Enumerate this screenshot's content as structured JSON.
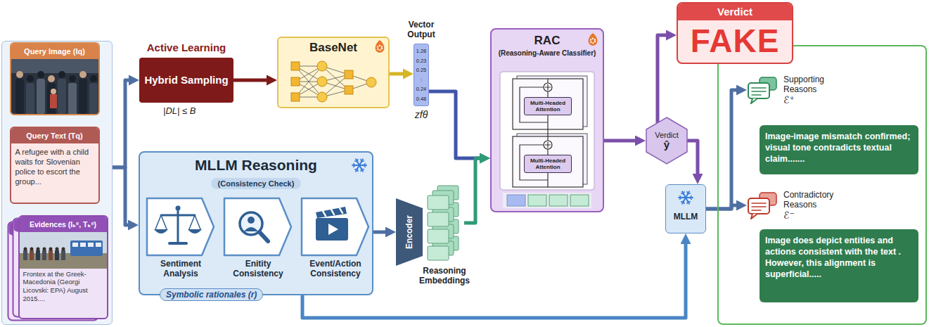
{
  "diagram": {
    "nodes": [
      {
        "text": []
      },
      {
        "text": [
          "Query Image (Iq)"
        ],
        "in": 0
      },
      {
        "text": [
          "Query Text (Tq)",
          "A refugee with a child waits for Slovenian police to escort the group..."
        ],
        "in": 0
      },
      {
        "text": [
          "Evidences (Iₖᵉ, Tₖᵉ)",
          "Frontex at the Greek-Macedonia (Georgi Licovski: EPA) August 2015...."
        ],
        "in": 0
      },
      {
        "text": [
          "Active Learning",
          "Hybrid Sampling"
        ]
      },
      {
        "text": [
          "BaseNet"
        ]
      },
      {
        "text": [
          "Vector Output",
          "1.28",
          "0.23",
          "0.25",
          ":",
          "0.24",
          "0.48",
          "zfθ"
        ]
      },
      {
        "text": [
          "MLLM Reasoning",
          "(Consistency Check)",
          "Symbolic rationales (r)"
        ]
      },
      {
        "text": [
          "Sentiment Analysis"
        ],
        "in": 7
      },
      {
        "text": [
          "Enitity Consistency"
        ],
        "in": 7
      },
      {
        "text": [
          "Event/Action Consistency"
        ],
        "in": 7
      },
      {
        "text": [
          "Encoder"
        ]
      },
      {
        "text": [
          "Reasoning Embeddings"
        ]
      },
      {
        "text": [
          "RAC",
          "(Reasoning-Aware Classifier)"
        ]
      },
      {
        "text": [
          "Multi-Headed Attention"
        ],
        "in": 13
      },
      {
        "text": [
          "Multi-Headed Attention"
        ],
        "in": 13
      },
      {
        "text": [
          "Verdict",
          "ŷ"
        ]
      },
      {
        "text": [
          "Verdict",
          "FAKE"
        ]
      },
      {
        "text": []
      },
      {
        "text": [
          "MLLM"
        ]
      },
      {
        "text": [
          "Supporting Reasons",
          "ℰ⁺"
        ],
        "in": 18
      },
      {
        "text": [
          "Image-image mismatch confirmed; visual tone contradicts textual claim......."
        ],
        "in": 18
      },
      {
        "text": [
          "Contradictory Reasons",
          "ℰ⁻"
        ],
        "in": 18
      },
      {
        "text": [
          "Image does depict entities and actions consistent with the text . However, this alignment is superficial....."
        ],
        "in": 18
      }
    ],
    "edges": [
      {
        "from": 0,
        "to": 4,
        "arrow": "to"
      },
      {
        "from": 0,
        "to": 7,
        "arrow": "to"
      },
      {
        "from": 4,
        "to": 5,
        "arrow": "to"
      },
      {
        "from": 5,
        "to": 6,
        "arrow": "to"
      },
      {
        "from": 6,
        "to": 13,
        "arrow": "to"
      },
      {
        "from": 7,
        "to": 11,
        "arrow": "to"
      },
      {
        "from": 12,
        "to": 13,
        "arrow": "to"
      },
      {
        "from": 13,
        "to": 16,
        "arrow": "to"
      },
      {
        "from": 16,
        "to": 17,
        "arrow": "to"
      },
      {
        "from": 16,
        "to": 19,
        "arrow": "to"
      },
      {
        "from": 19,
        "to": 20,
        "arrow": "to"
      },
      {
        "from": 19,
        "to": 22,
        "arrow": "to"
      },
      {
        "from": 7,
        "to": 19,
        "arrow": "to"
      }
    ],
    "labels": [
      "|DL| ≤ B"
    ]
  }
}
